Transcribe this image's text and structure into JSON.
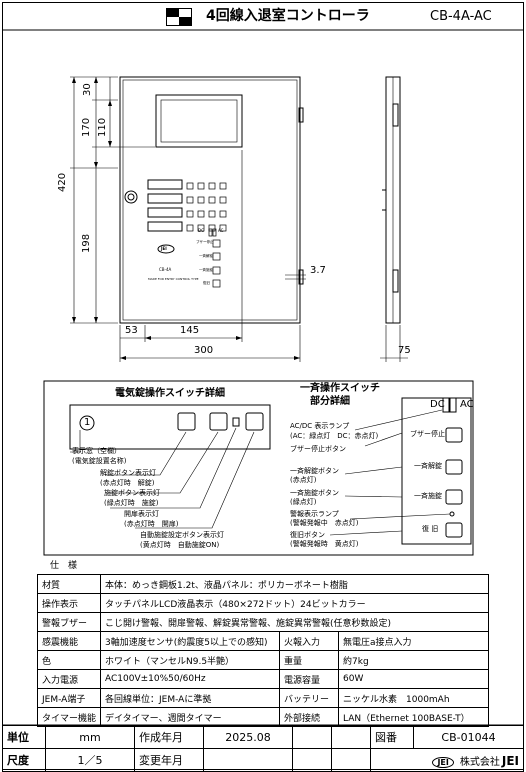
{
  "header": {
    "title": "4回線入退室コントローラ",
    "model": "CB-4A-AC"
  },
  "dimensions": {
    "h_total": "420",
    "h_upper": "170",
    "h_top": "30",
    "h_screen": "110",
    "h_lower": "198",
    "w_left": "53",
    "w_center": "145",
    "w_total": "300",
    "depth": "75",
    "gap": "3.7"
  },
  "device": {
    "logo": "JEI",
    "model_label": "CB-4A",
    "maker_label": "MADE FOR ENTRY CONTROL TYPE",
    "dc_label": "DC",
    "ac_label": "AC",
    "side_btn_1": "ブザー停止",
    "side_btn_2": "一斉解錠",
    "side_btn_3": "一斉施錠",
    "side_btn_4": "復旧"
  },
  "detail": {
    "left_title": "電気錠操作スイッチ詳細",
    "right_title": "一斉操作スイッチ",
    "right_subtitle": "部分詳細",
    "display_num": "1",
    "l1a": "表示窓（空欄）",
    "l1b": "(電気錠設置名称)",
    "l2a": "解錠ボタン表示灯",
    "l2b": "(赤点灯時　解錠)",
    "l3a": "施錠ボタン表示灯",
    "l3b": "(緑点灯時　施錠)",
    "l4a": "開扉表示灯",
    "l4b": "(赤点灯時　開扉)",
    "l5a": "自動施錠設定ボタン表示灯",
    "l5b": "(黄点灯時　自動施錠ON)",
    "dc": "DC",
    "ac": "AC",
    "r1a": "AC/DC 表示ランプ",
    "r1b": "(AC：緑点灯　DC：赤点灯)",
    "r2": "ブザー停止ボタン",
    "r3a": "一斉解錠ボタン",
    "r3b": "(赤点灯)",
    "r4a": "一斉施錠ボタン",
    "r4b": "(緑点灯)",
    "r5a": "警報表示ランプ",
    "r5b": "(警報発報中　赤点灯)",
    "r6a": "復旧ボタン",
    "r6b": "(警報発報時　黄点灯)",
    "b1": "ブザー停止",
    "b2": "一斉解錠",
    "b3": "一斉施錠",
    "b4": "復 旧"
  },
  "spec": {
    "title": "仕　様",
    "rows": [
      {
        "k": "材質",
        "v": "本体：めっき鋼板1.2t、液晶パネル：ポリカーボネート樹脂"
      },
      {
        "k": "操作表示",
        "v": "タッチパネルLCD液晶表示（480×272ドット）24ビットカラー"
      },
      {
        "k": "警報ブザー",
        "v": "こじ開け警報、開扉警報、解錠異常警報、施錠異常警報(任意秒数設定)"
      },
      {
        "k": "感震機能",
        "v": "3軸加速度センサ(約震度5以上での感知)",
        "k2": "火報入力",
        "v2": "無電圧a接点入力"
      },
      {
        "k": "色",
        "v": "ホワイト（マンセルN9.5半艶）",
        "k2": "重量",
        "v2": "約7kg"
      },
      {
        "k": "入力電源",
        "v": "AC100V±10%50/60Hz",
        "k2": "電源容量",
        "v2": "60W"
      },
      {
        "k": "JEM-A端子",
        "v": "各回線単位：JEM-Aに準拠",
        "k2": "バッテリー",
        "v2": "ニッケル水素　1000mAh"
      },
      {
        "k": "タイマー機能",
        "v": "デイタイマー、週間タイマー",
        "k2": "外部接続",
        "v2": "LAN（Ethernet 100BASE-T）"
      }
    ]
  },
  "footer": {
    "unit_label": "単位",
    "unit_value": "mm",
    "created_label": "作成年月",
    "created_value": "2025.08",
    "drawing_label": "図番",
    "drawing_value": "CB-01044",
    "scale_label": "尺度",
    "scale_value": "1／5",
    "changed_label": "変更年月",
    "company": "株式会社",
    "company_logo": "JEI"
  }
}
